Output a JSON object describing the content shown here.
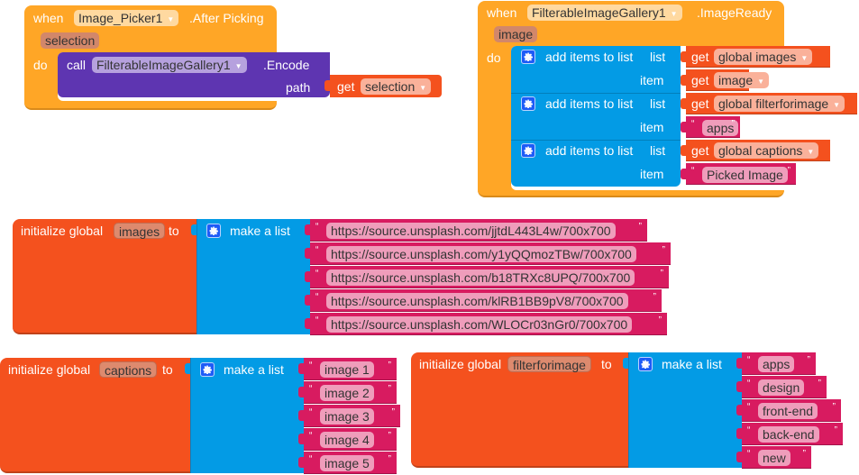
{
  "event_after_picking": {
    "when_label": "when",
    "component": "Image_Picker1",
    "event_name": ".After Picking",
    "param": "selection",
    "do_label": "do",
    "call": {
      "call_label": "call",
      "component": "FilterableImageGallery1",
      "method": ".Encode",
      "arg_label": "path",
      "get_label": "get",
      "get_var": "selection"
    }
  },
  "event_image_ready": {
    "when_label": "when",
    "component": "FilterableImageGallery1",
    "event_name": ".ImageReady",
    "param": "image",
    "do_label": "do",
    "statements": [
      {
        "label": "add items to list",
        "list_label": "list",
        "item_label": "item",
        "get_label": "get",
        "list_var": "global images",
        "item_type": "get",
        "item_value": "image"
      },
      {
        "label": "add items to list",
        "list_label": "list",
        "item_label": "item",
        "get_label": "get",
        "list_var": "global filterforimage",
        "item_type": "text",
        "item_value": "apps"
      },
      {
        "label": "add items to list",
        "list_label": "list",
        "item_label": "item",
        "get_label": "get",
        "list_var": "global captions",
        "item_type": "text",
        "item_value": "Picked Image"
      }
    ]
  },
  "globals": [
    {
      "init_label": "initialize global",
      "name": "images",
      "to_label": "to",
      "make_list_label": "make a list",
      "items": [
        "https://source.unsplash.com/jjtdL443L4w/700x700",
        "https://source.unsplash.com/y1yQQmozTBw/700x700",
        "https://source.unsplash.com/b18TRXc8UPQ/700x700",
        "https://source.unsplash.com/klRB1BB9pV8/700x700",
        "https://source.unsplash.com/WLOCr03nGr0/700x700"
      ]
    },
    {
      "init_label": "initialize global",
      "name": "captions",
      "to_label": "to",
      "make_list_label": "make a list",
      "items": [
        "image 1",
        "image 2",
        "image 3",
        "image 4",
        "image 5"
      ]
    },
    {
      "init_label": "initialize global",
      "name": "filterforimage",
      "to_label": "to",
      "make_list_label": "make a list",
      "items": [
        "apps",
        "design",
        "front-end",
        "back-end",
        "new"
      ]
    }
  ],
  "quote_open": "“",
  "quote_close": "”",
  "dropdown_arrow": "▼",
  "colors": {
    "event": "#ffa626",
    "component_call": "#5e35b1",
    "variable": "#f4511e",
    "list": "#039be5",
    "text": "#d81b60"
  }
}
